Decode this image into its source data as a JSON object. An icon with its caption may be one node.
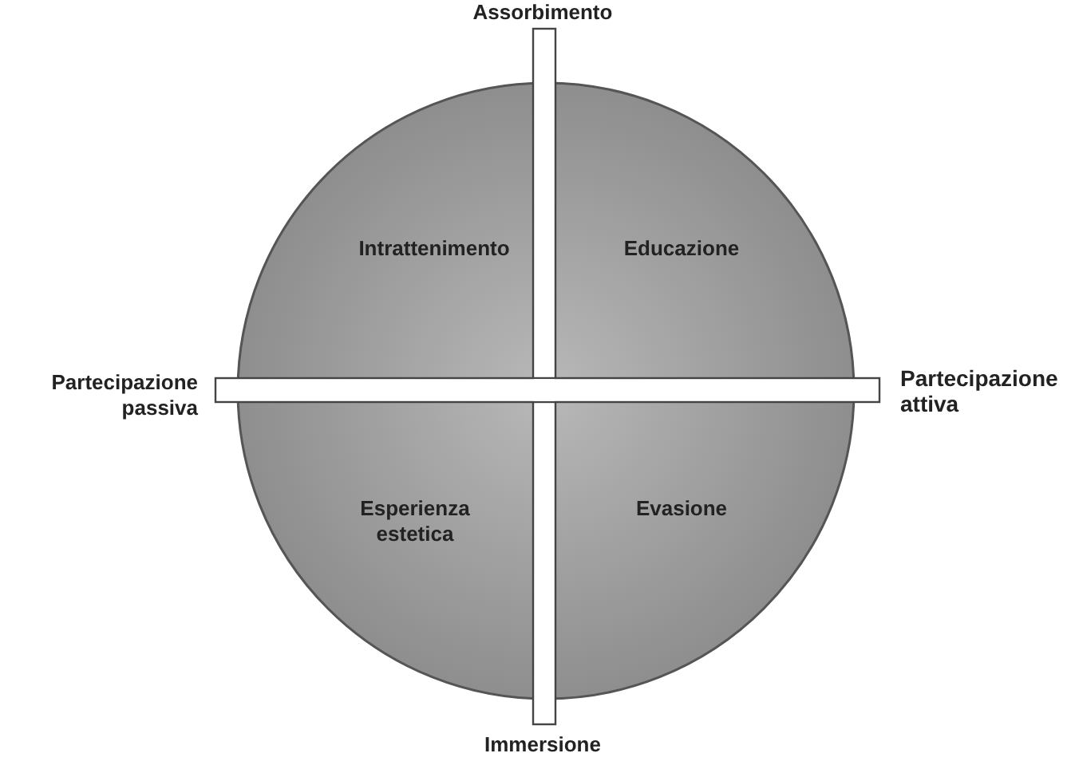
{
  "diagram": {
    "nodes": [
      {
        "text": [],
        "shape": "circle"
      }
    ],
    "labels": [
      "Assorbimento",
      "Intrattenimento",
      "Educazione",
      "Partecipazione passiva",
      "Partecipazione attiva",
      "Esperienza estetica",
      "Evasione",
      "Immersione"
    ]
  }
}
